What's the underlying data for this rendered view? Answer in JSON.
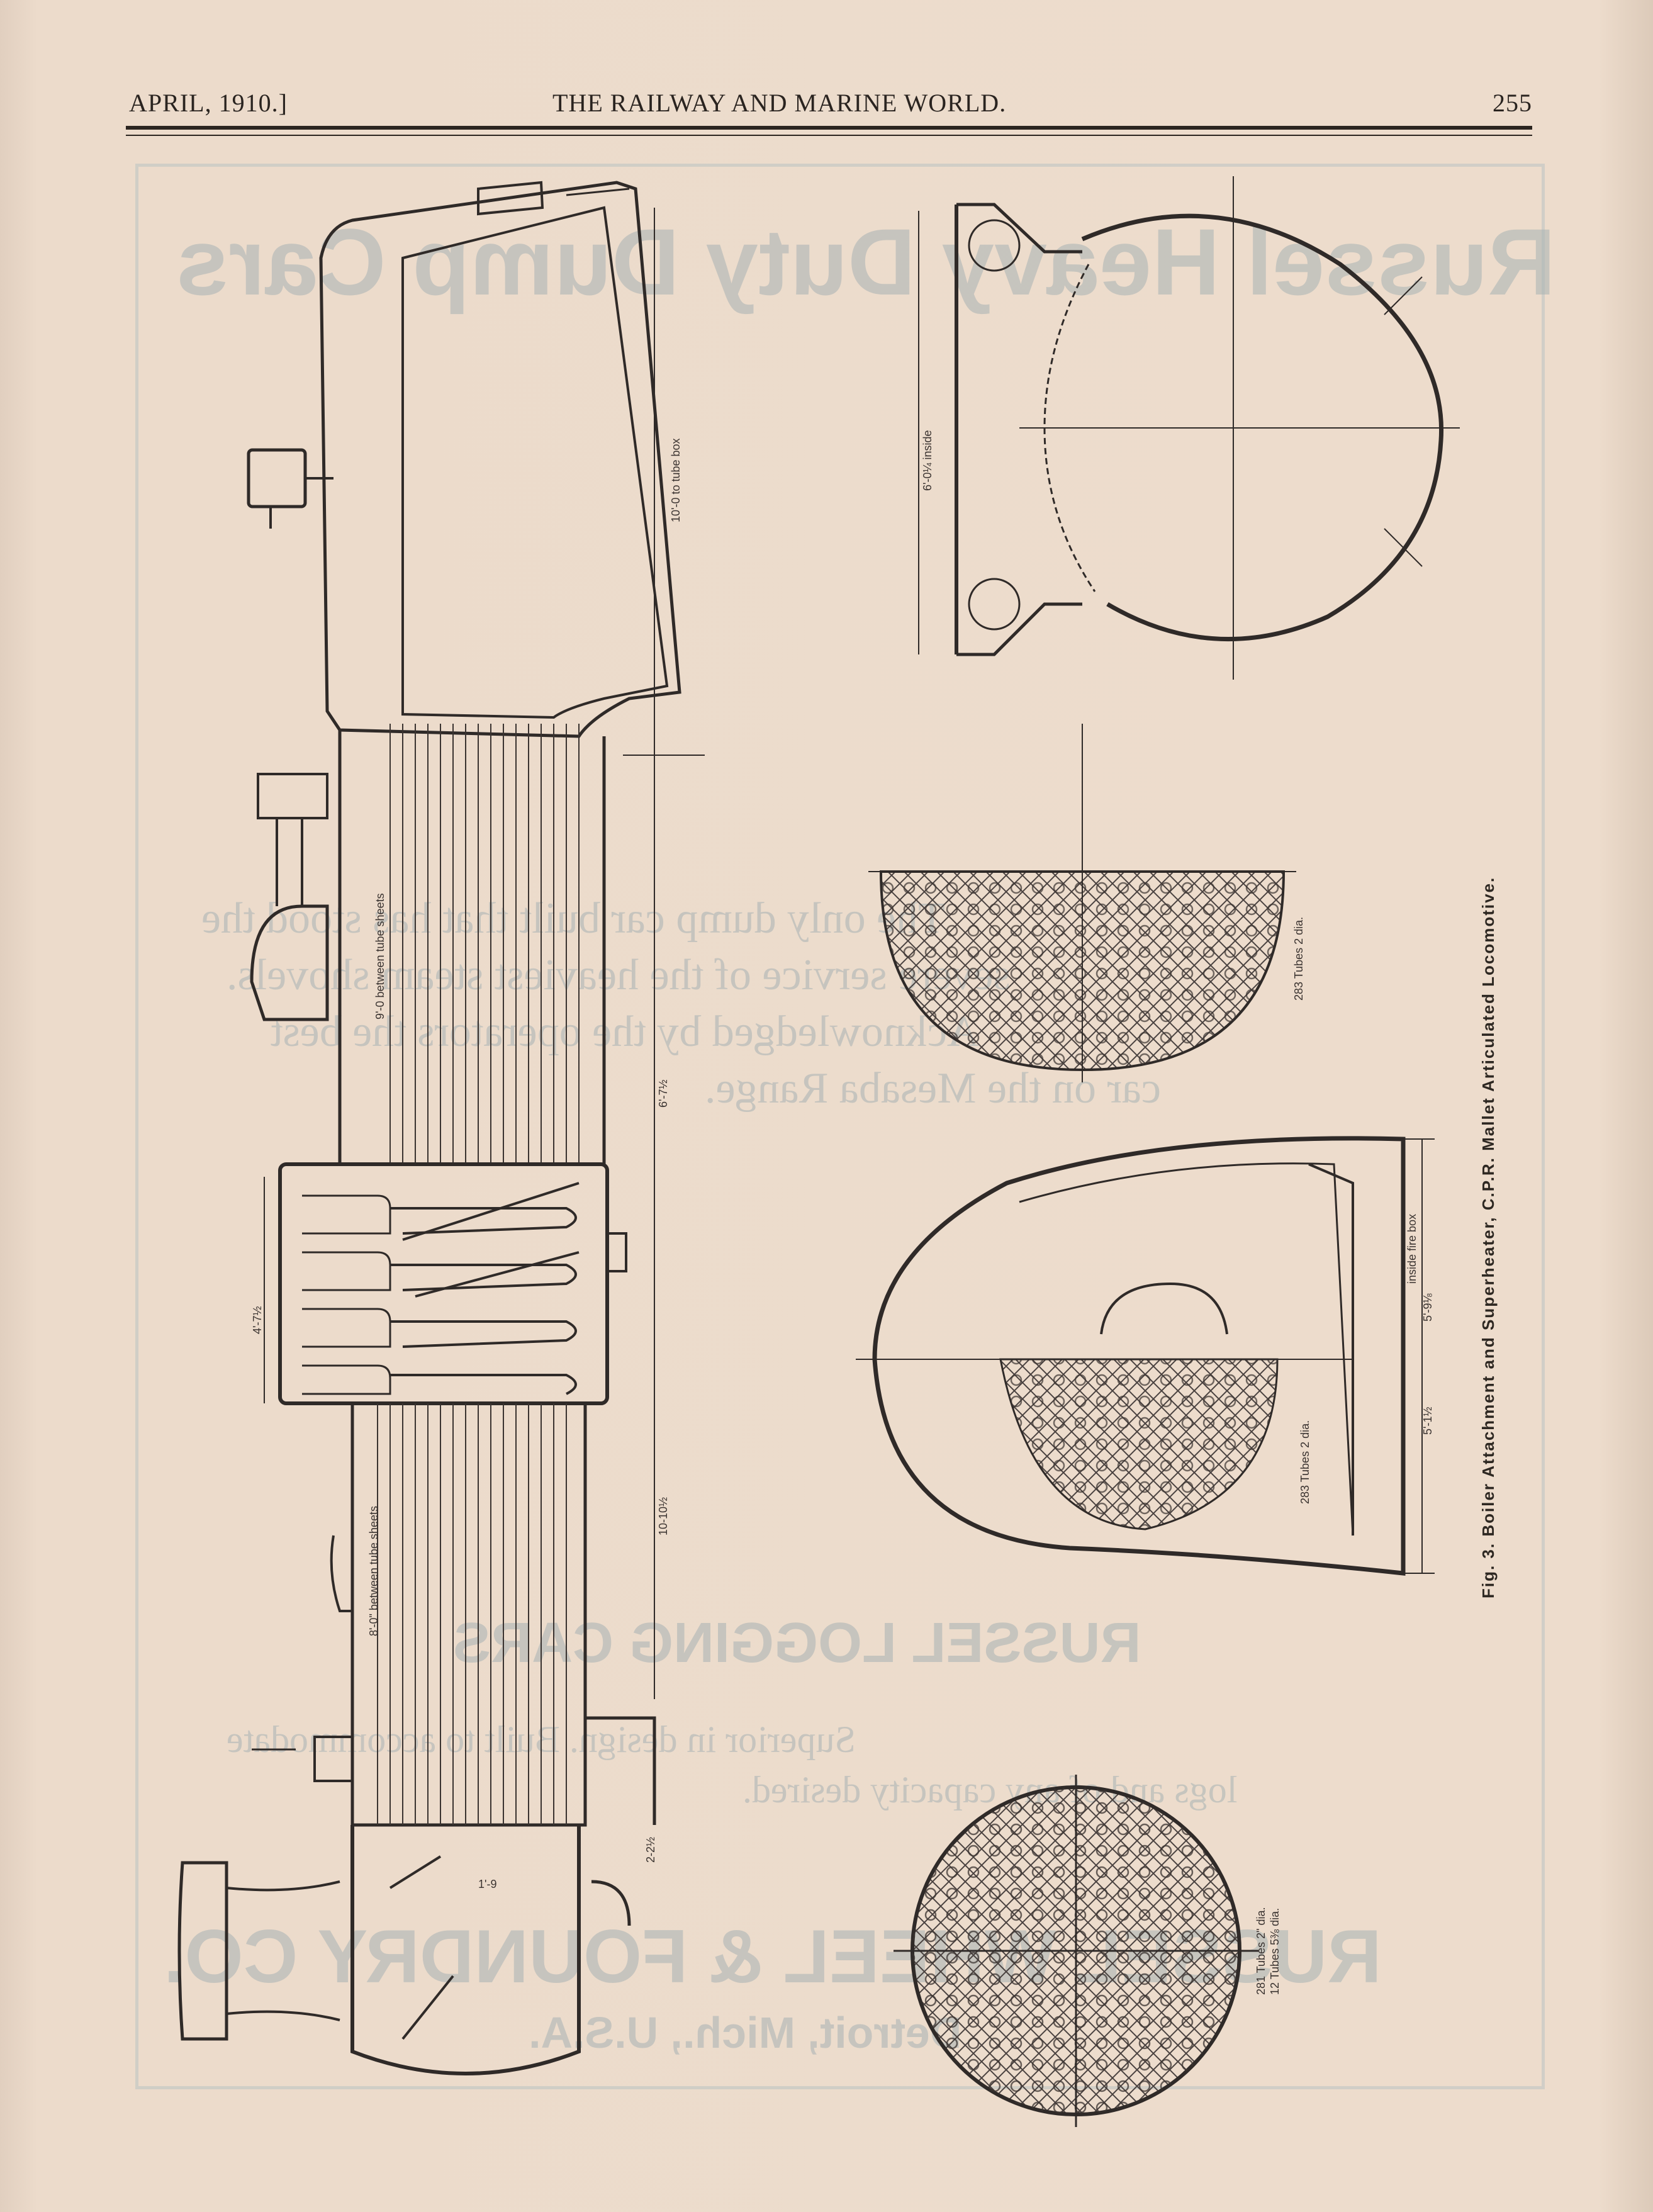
{
  "header": {
    "date": "APRIL, 1910.]",
    "journal_title": "THE RAILWAY AND MARINE WORLD.",
    "page_number": "255"
  },
  "figure": {
    "caption": "Fig. 3. Boiler Attachment and Superheater, C.P.R. Mallet Articulated Locomotive.",
    "labels": {
      "firebox_inside": "6'-0¼ inside",
      "outer_shell_dim": "10'-0 to tube box",
      "tube_sheets": "9'-0 between tube sheets",
      "tubes_283_a": "283 Tubes 2 dia.",
      "tubes_283_b": "283 Tubes 2 dia.",
      "inside_fire_box": "inside fire box",
      "dim_5_9": "5'-9⅛",
      "dim_5_1": "5'-1½",
      "tubes_281": "281 Tubes 2\" dia.",
      "tubes_12": "12 Tubes 5⅜ dia.",
      "tube_sheets_2": "8'-0\" between tube sheets",
      "dim_4_7": "4'-7½",
      "dim_10_10": "10-10½",
      "dim_1_9": "1'-9",
      "dim_2_2": "2-2½",
      "dim_6_7": "6'-7½"
    }
  },
  "show_through": {
    "line1": "Russel Heavy Duty Dump Cars",
    "line2": "The only dump car built that has stood the",
    "line3": "severe service of the heaviest steam shovels.",
    "line4": "Acknowledged by the operators the best",
    "line5": "car on the Mesaba Range.",
    "line6": "RUSSEL LOGGING CARS",
    "line7": "Superior in design. Built to accommodate",
    "line8": "logs and of any capacity desired.",
    "line9": "RUSSEL WHEEL & FOUNDRY CO.",
    "line10": "Detroit, Mich., U.S.A."
  }
}
